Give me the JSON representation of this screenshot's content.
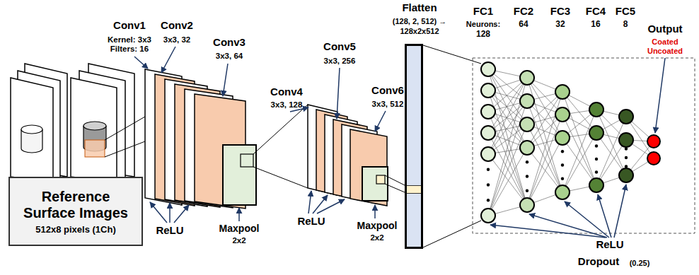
{
  "diagram": {
    "nodes": [
      {
        "text": [
          "Reference Surface Images",
          "512x8 pixels (1Ch)"
        ]
      },
      {
        "text": [
          "Flatten",
          "(128, 2, 512) → 128x2x512"
        ]
      }
    ],
    "labels": [
      "Conv1",
      "Kernel: 3x3",
      "Filters: 16",
      "Conv2",
      "3x3, 32",
      "Conv3",
      "3x3, 64",
      "ReLU",
      "Maxpool",
      "2x2",
      "Conv4",
      "3x3, 128",
      "Conv5",
      "3x3, 256",
      "Conv6",
      "3x3, 512",
      "ReLU",
      "Maxpool",
      "2x2",
      "FC1",
      "Neurons:",
      "128",
      "FC2",
      "64",
      "FC3",
      "32",
      "FC4",
      "16",
      "FC5",
      "8",
      "Output",
      "Coated",
      "Uncoated",
      "ReLU",
      "Dropout",
      "(0.25)"
    ]
  }
}
